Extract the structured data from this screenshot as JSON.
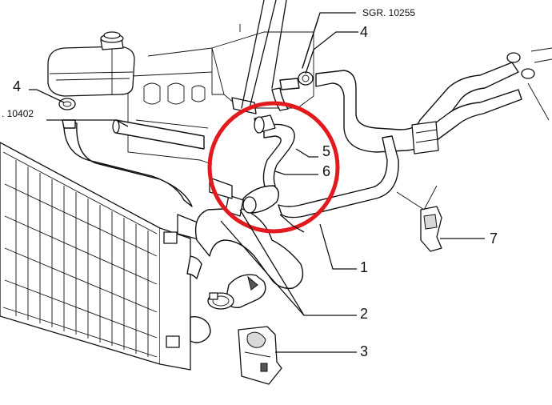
{
  "references": {
    "sgr_top": "SGR. 10255",
    "ref_left": ". 10402"
  },
  "callouts": {
    "c1": "1",
    "c2": "2",
    "c3": "3",
    "c4_left": "4",
    "c4_top": "4",
    "c5": "5",
    "c6": "6",
    "c7": "7"
  },
  "colors": {
    "highlight_ring": "#e2191d",
    "line": "#111111"
  }
}
